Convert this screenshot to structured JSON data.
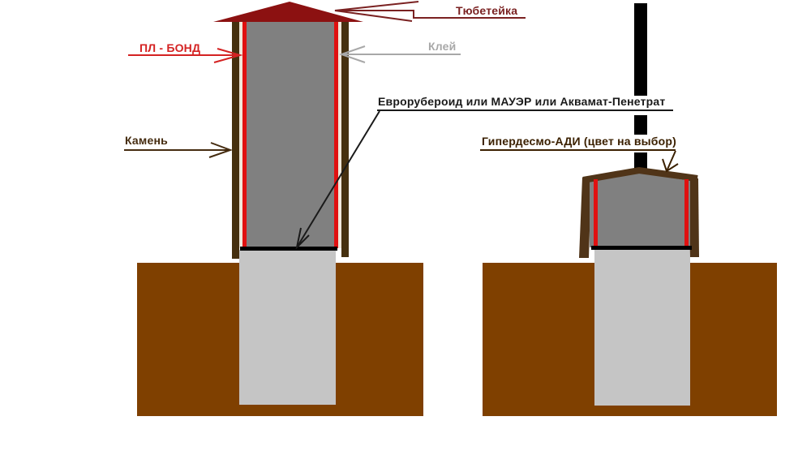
{
  "colors": {
    "background": "#ffffff",
    "ground": "#7f4000",
    "stone_bar_left": "#46300f",
    "wood_right": "#503418",
    "roof": "#8c1111",
    "column_gray": "#808080",
    "foundation_gray": "#c5c5c5",
    "membrane_red": "#e01010",
    "glue_gap_cream": "#f0e7da",
    "black": "#000000"
  },
  "labels": {
    "tyubeteyka": {
      "text": "Тюбетейка",
      "color": "#7a2121"
    },
    "kley": {
      "text": "Клей",
      "color": "#a8a8a8"
    },
    "pl_bond": {
      "text": "ПЛ - БОНД",
      "color": "#d42222"
    },
    "kamen": {
      "text": "Камень",
      "color": "#452c10"
    },
    "evroruberoid": {
      "text": "Еврорубероид или МАУЭР или Аквамат-Пенетрат",
      "color": "#1a1a1a"
    },
    "giperdesmo": {
      "text": "Гипердесмо-АДИ (цвет на выбор)",
      "color": "#3b2000"
    }
  }
}
